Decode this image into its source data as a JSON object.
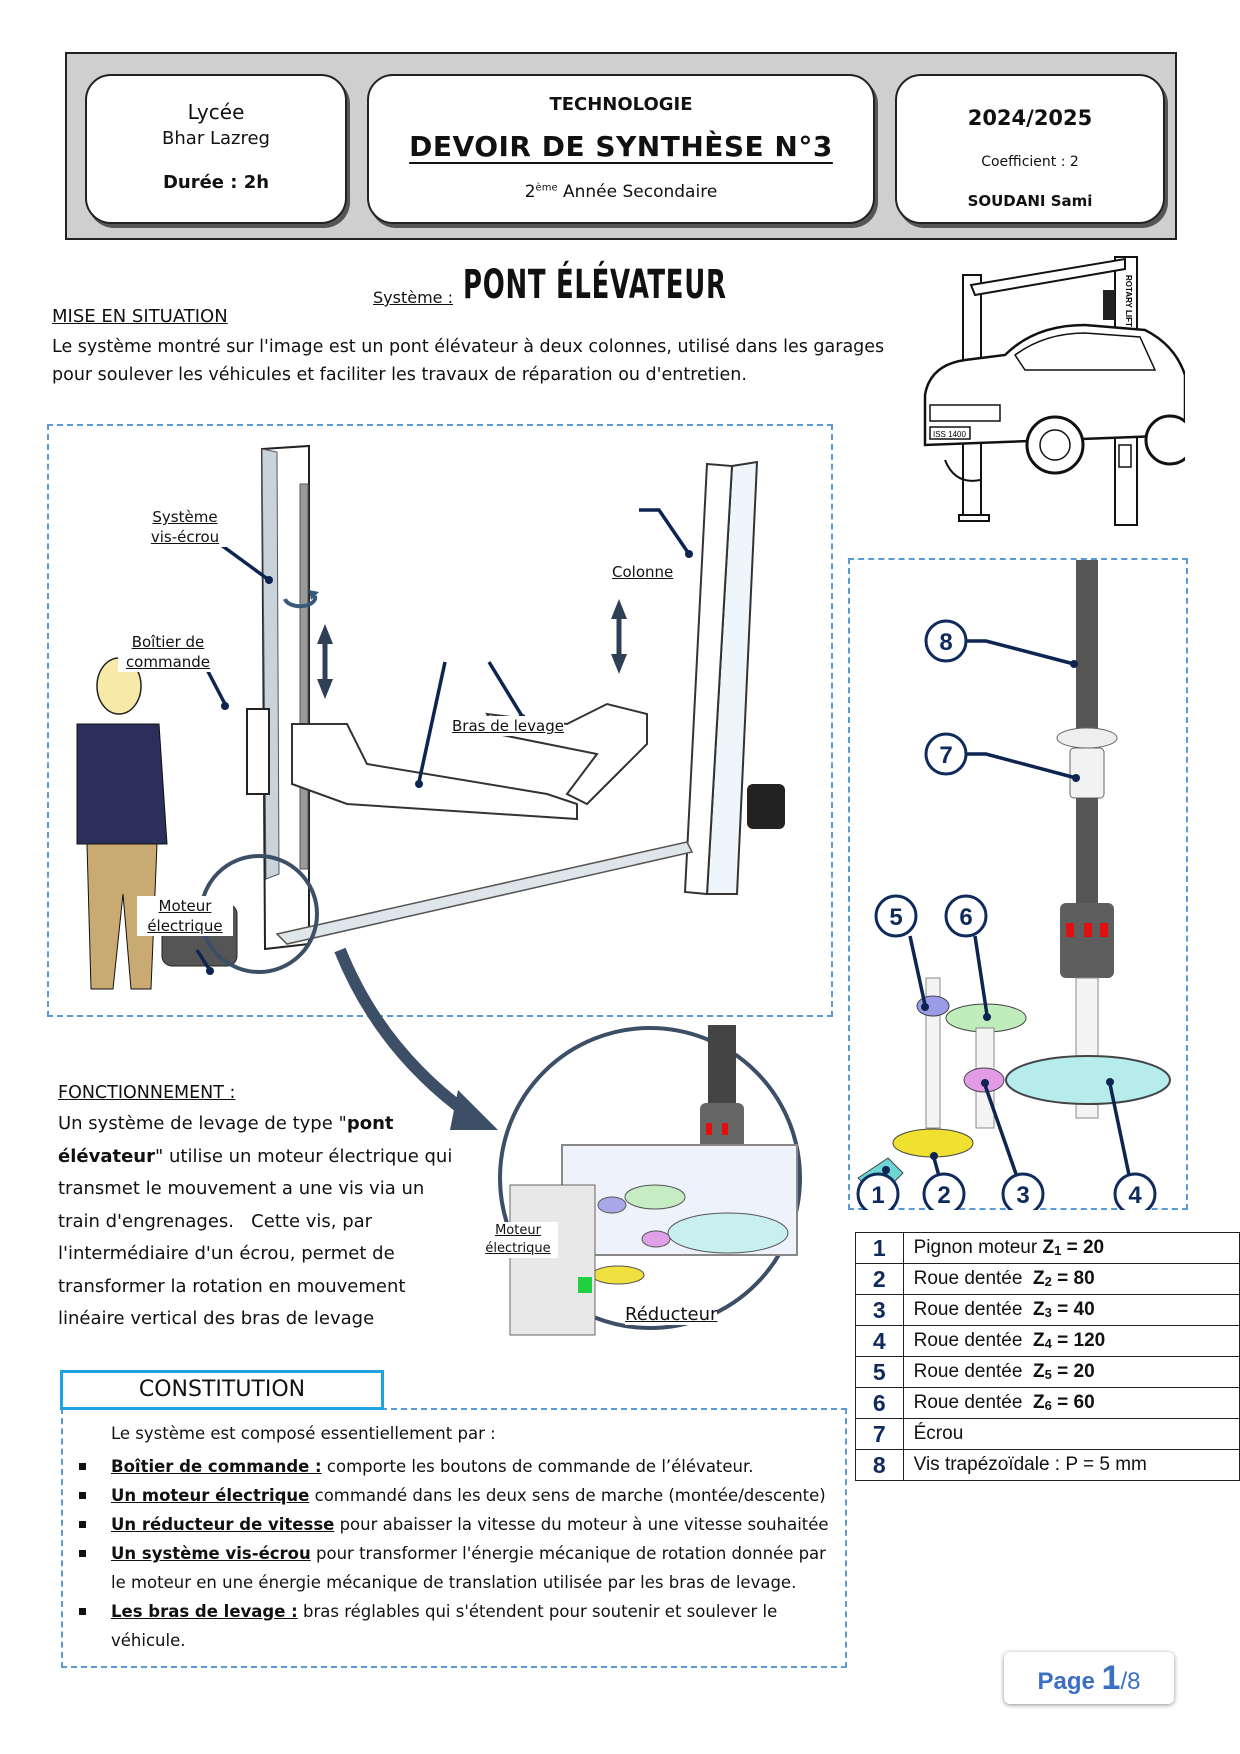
{
  "header": {
    "school_label": "Lycée",
    "school_name": "Bhar Lazreg",
    "duration": "Durée : 2h",
    "subject": "TECHNOLOGIE",
    "exam_title": "DEVOIR DE SYNTHÈSE  N°3",
    "level_num": "2",
    "level_sup": "ème",
    "level_text": " Année Secondaire",
    "year": "2024/2025",
    "coefficient": "Coefficient : 2",
    "teacher": "SOUDANI Sami"
  },
  "system": {
    "label": "Système :",
    "title": "PONT ÉLÉVATEUR"
  },
  "mise_en_situation": {
    "title": "MISE EN SITUATION",
    "line1": "Le système montré sur l'image est un pont élévateur à deux colonnes, utilisé dans les garages",
    "line2": "pour soulever les véhicules et faciliter les travaux de réparation ou d'entretien."
  },
  "main_figure": {
    "labels": {
      "vis_ecrou_1": "Système",
      "vis_ecrou_2": "vis-écrou",
      "boitier_1": "Boîtier de",
      "boitier_2": "commande",
      "colonne": "Colonne",
      "bras": "Bras de levage",
      "moteur_1": "Moteur",
      "moteur_2": "électrique"
    },
    "car_plate": "ISS 1400",
    "lift_brand": "ROTARY LIFT"
  },
  "reducteur_figure": {
    "moteur_1": "Moteur",
    "moteur_2": "électrique",
    "title": "Réducteur"
  },
  "fonctionnement": {
    "title": "FONCTIONNEMENT :",
    "lines": [
      {
        "pre": "Un système de levage de type \"",
        "bold": "pont",
        "post": ""
      },
      {
        "pre": "",
        "bold": "élévateur",
        "post": "\" utilise un moteur électrique qui"
      },
      {
        "pre": "transmet le mouvement a une vis via un",
        "bold": "",
        "post": ""
      },
      {
        "pre": "train d'engrenages.   Cette vis, par",
        "bold": "",
        "post": ""
      },
      {
        "pre": "l'intermédiaire d'un écrou, permet de",
        "bold": "",
        "post": ""
      },
      {
        "pre": "transformer la rotation en mouvement",
        "bold": "",
        "post": ""
      },
      {
        "pre": "linéaire vertical des bras de levage",
        "bold": "",
        "post": ""
      }
    ]
  },
  "gear_callouts": [
    "1",
    "2",
    "3",
    "4",
    "5",
    "6",
    "7",
    "8"
  ],
  "parts_table": [
    {
      "num": "1",
      "label": "Pignon moteur ",
      "z": "Z",
      "zsub": "1",
      "val": " = 20"
    },
    {
      "num": "2",
      "label": "Roue dentée  ",
      "z": "Z",
      "zsub": "2",
      "val": " = 80"
    },
    {
      "num": "3",
      "label": "Roue dentée  ",
      "z": "Z",
      "zsub": "3",
      "val": " = 40"
    },
    {
      "num": "4",
      "label": "Roue dentée  ",
      "z": "Z",
      "zsub": "4",
      "val": " = 120"
    },
    {
      "num": "5",
      "label": "Roue dentée  ",
      "z": "Z",
      "zsub": "5",
      "val": " = 20"
    },
    {
      "num": "6",
      "label": "Roue dentée  ",
      "z": "Z",
      "zsub": "6",
      "val": " = 60"
    },
    {
      "num": "7",
      "label": "Écrou",
      "z": "",
      "zsub": "",
      "val": ""
    },
    {
      "num": "8",
      "label": "Vis trapézoïdale : P = 5 mm",
      "z": "",
      "zsub": "",
      "val": ""
    }
  ],
  "constitution": {
    "title": "CONSTITUTION",
    "intro": "Le système est composé essentiellement par :",
    "items": [
      {
        "key": "Boîtier de commande :",
        "text": " comporte les boutons de commande de l’élévateur."
      },
      {
        "key": "Un moteur électrique",
        "text": " commandé dans les deux sens de marche (montée/descente)"
      },
      {
        "key": "Un réducteur de vitesse",
        "text": " pour abaisser la vitesse du moteur à une vitesse souhaitée"
      },
      {
        "key": "Un système vis-écrou",
        "text": " pour transformer l'énergie mécanique de rotation donnée par",
        "cont": "le moteur en une énergie mécanique de translation utilisée par les bras de levage."
      },
      {
        "key": "Les bras de levage :",
        "text": " bras réglables qui s'étendent pour soutenir et soulever le",
        "cont": "véhicule."
      }
    ]
  },
  "pagination": {
    "label": "Page ",
    "current": "1",
    "total": "/8"
  }
}
